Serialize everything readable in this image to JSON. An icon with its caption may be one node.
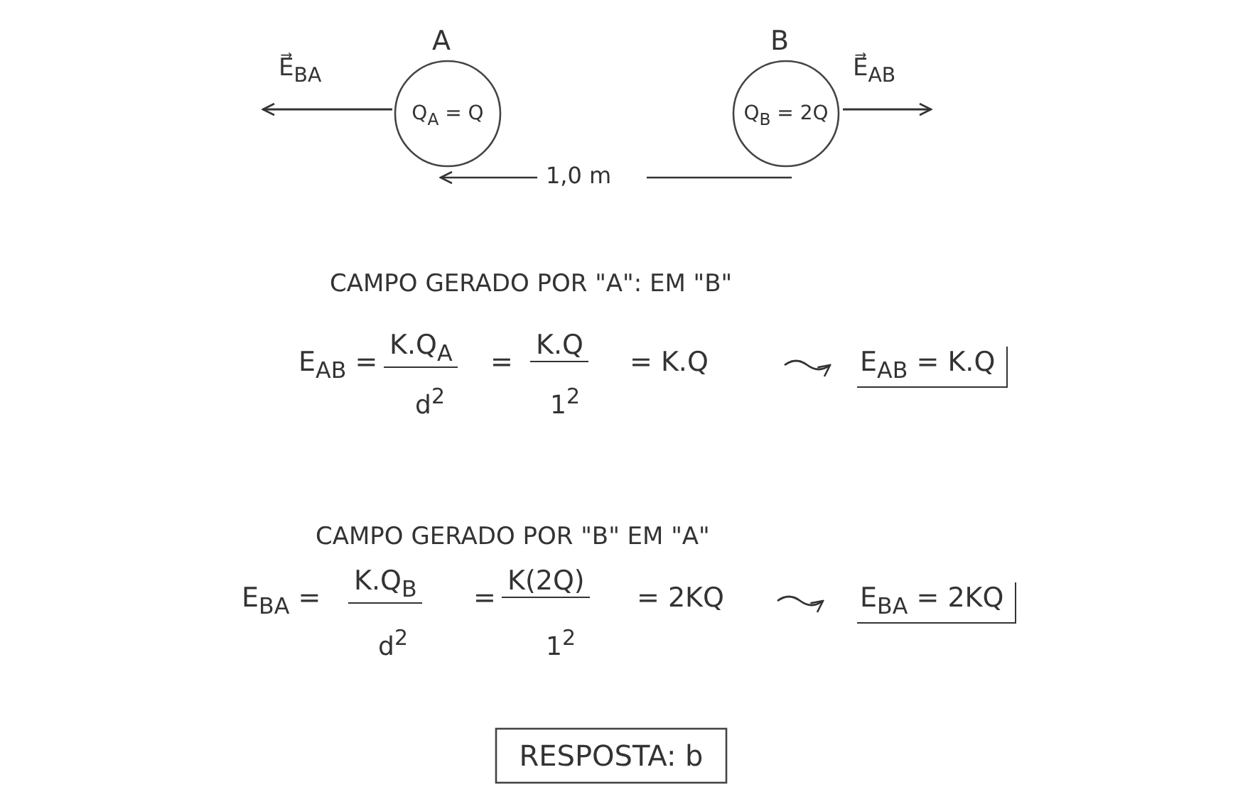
{
  "diagram": {
    "nodes": [
      {
        "text": [
          "Q$_{A}$ = Q"
        ],
        "beside": [
          "A"
        ]
      },
      {
        "text": [
          "Q$_{B}$ = 2Q"
        ],
        "beside": [
          "B"
        ]
      },
      {
        "text": [
          "RESPOSTA: b"
        ]
      }
    ],
    "labels": [
      "E⃗$_{BA}$",
      "E⃗$_{AB}$",
      "1,0 m",
      "CAMPO GERADO POR \"A\": EM \"B\"",
      "E$_{AB}$ =",
      "K.Q$_{A}$",
      "d$^{2}$",
      "=",
      "K.Q",
      "1$^{2}$",
      "= K.Q",
      "E$_{AB}$ = K.Q",
      "CAMPO GERADO POR \"B\" EM \"A\"",
      "E$_{BA}$ =",
      "K.Q$_{B}$",
      "d$^{2}$",
      "=",
      "K(2Q)",
      "1$^{2}$",
      "= 2KQ",
      "E$_{BA}$ = 2KQ"
    ]
  }
}
